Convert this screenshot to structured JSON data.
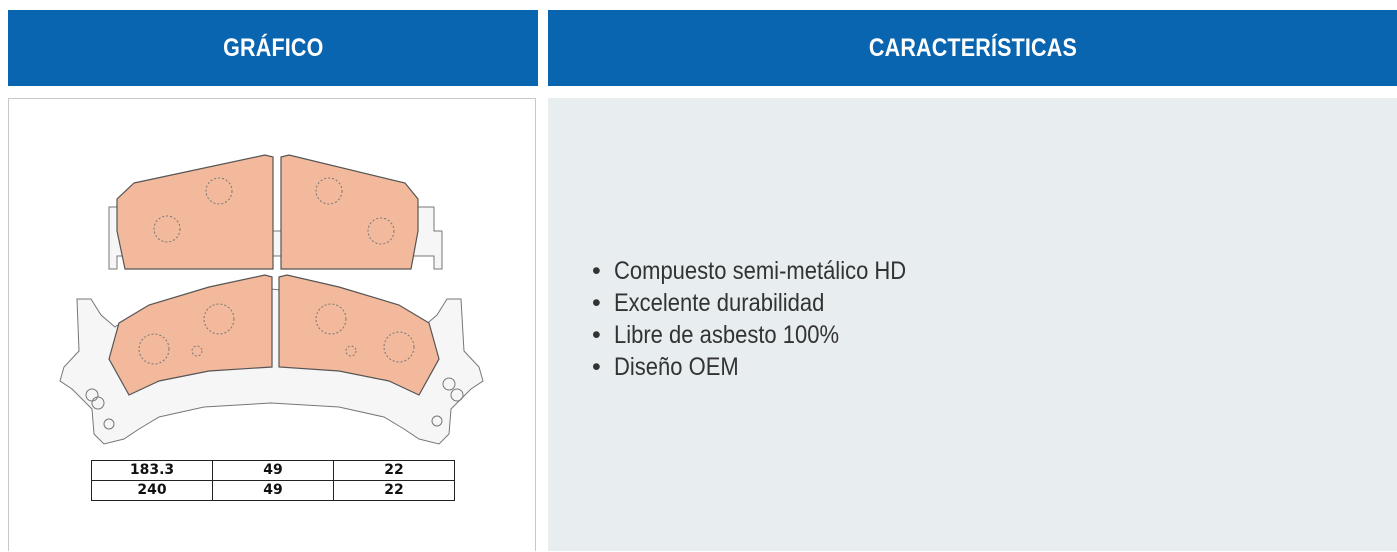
{
  "headers": {
    "graphic": "GRÁFICO",
    "features": "CARACTERÍSTICAS"
  },
  "dimensions_table": {
    "rows": [
      [
        "183.3",
        "49",
        "22"
      ],
      [
        "240",
        "49",
        "22"
      ]
    ]
  },
  "features": {
    "bullet": "•",
    "items": [
      "Compuesto semi-metálico HD",
      "Excelente durabilidad",
      "Libre de asbesto 100%",
      "Diseño OEM"
    ]
  },
  "colors": {
    "header_bg": "#0a65b0",
    "pad_fill": "#f3b99c",
    "panel_bg": "#e8edf0"
  },
  "icons": {
    "drawing": "brake-pad-set-technical-drawing"
  }
}
